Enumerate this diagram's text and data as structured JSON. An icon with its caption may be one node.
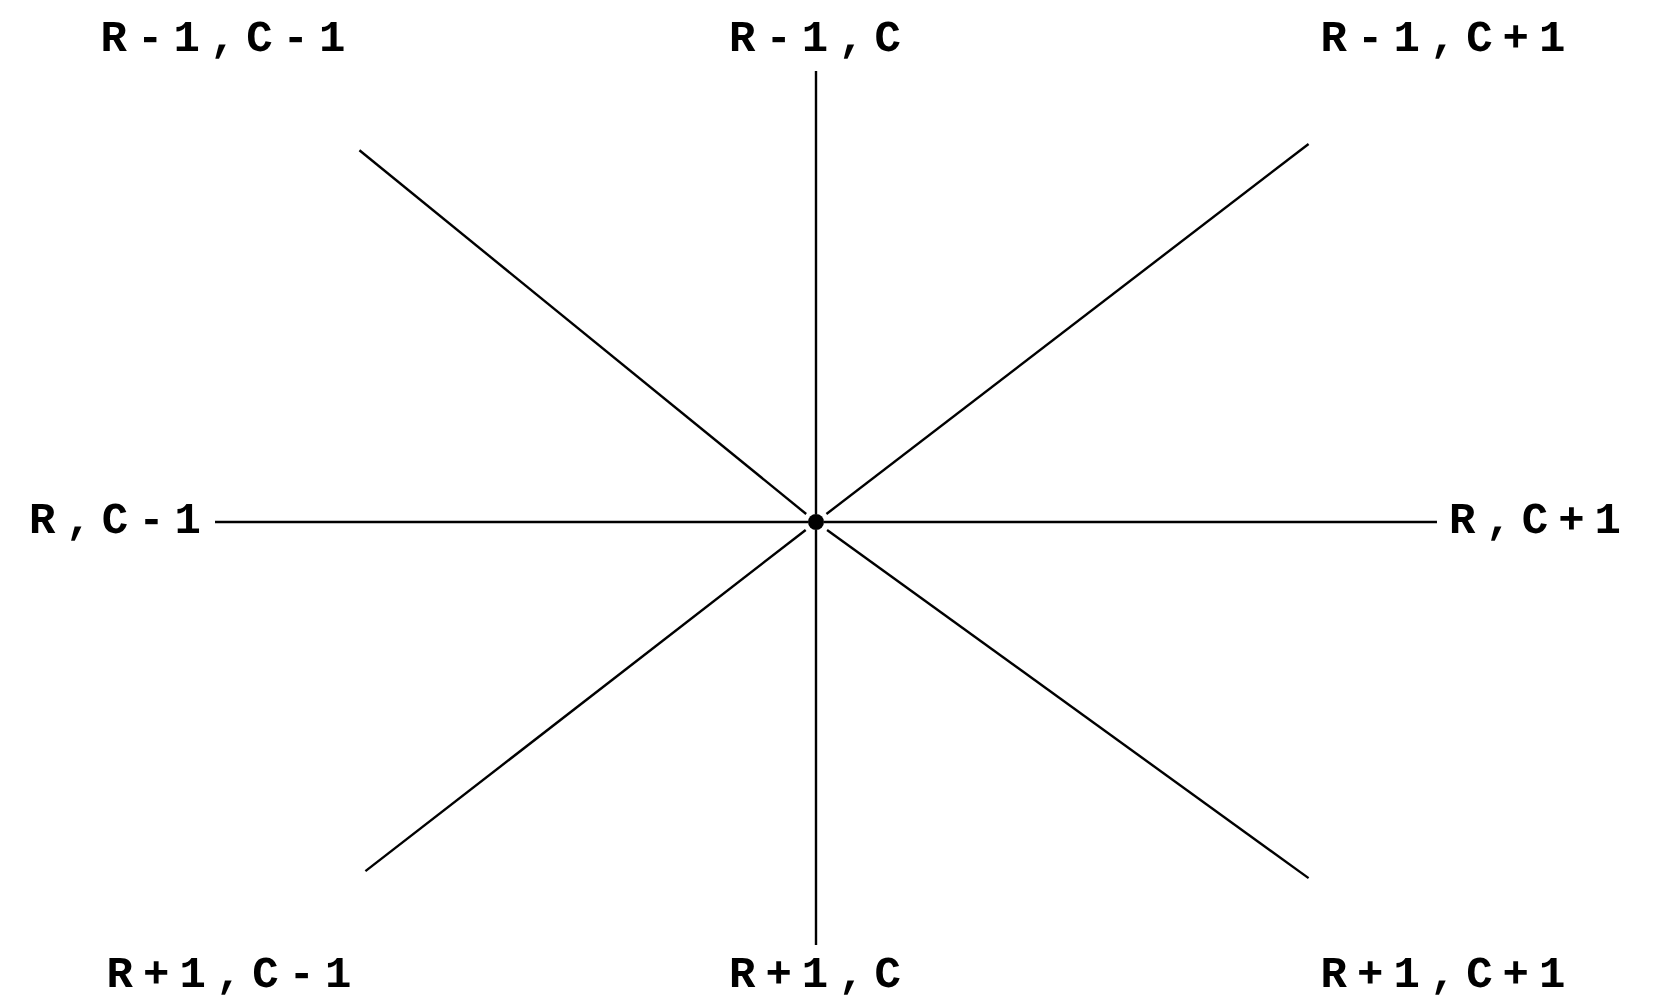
{
  "diagram": {
    "nodes": [
      {
        "text": [
          "R-1,C-1"
        ]
      },
      {
        "text": [
          "R-1,C"
        ]
      },
      {
        "text": [
          "R-1,C+1"
        ]
      },
      {
        "text": [
          "R,C-1"
        ]
      },
      {
        "text": [
          "R,C+1"
        ]
      },
      {
        "text": [
          "R+1,C-1"
        ]
      },
      {
        "text": [
          "R+1,C"
        ]
      },
      {
        "text": [
          "R+1,C+1"
        ]
      },
      {
        "text": [],
        "shape": "circle"
      }
    ],
    "edges": [
      {
        "from": 8,
        "to": 0,
        "arrow": "none"
      },
      {
        "from": 8,
        "to": 1,
        "arrow": "none"
      },
      {
        "from": 8,
        "to": 2,
        "arrow": "none"
      },
      {
        "from": 8,
        "to": 3,
        "arrow": "none"
      },
      {
        "from": 8,
        "to": 4,
        "arrow": "none"
      },
      {
        "from": 8,
        "to": 5,
        "arrow": "none"
      },
      {
        "from": 8,
        "to": 6,
        "arrow": "none"
      },
      {
        "from": 8,
        "to": 7,
        "arrow": "none"
      }
    ]
  }
}
